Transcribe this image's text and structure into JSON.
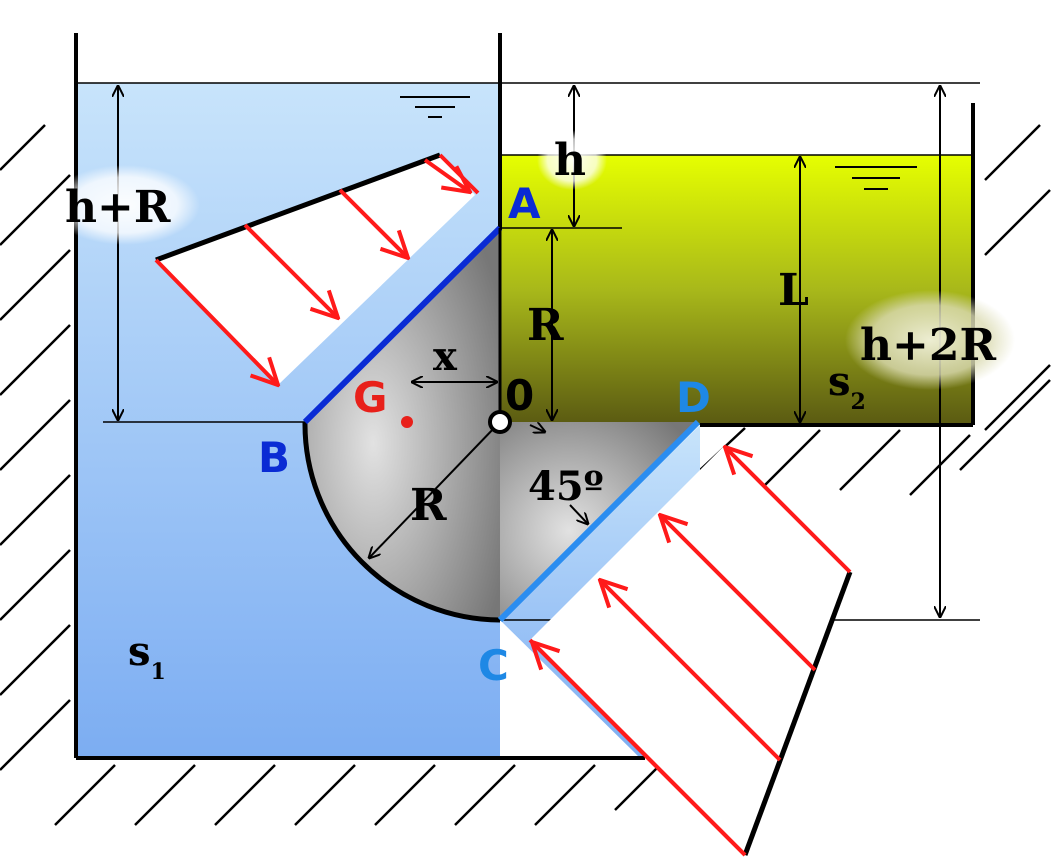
{
  "points": {
    "A": "A",
    "B": "B",
    "C": "C",
    "D": "D",
    "G": "G",
    "O": "0"
  },
  "dimensions": {
    "h_plus_r": "h+R",
    "h": "h",
    "r_upper": "R",
    "r_lower": "R",
    "l": "L",
    "h_plus_2r": "h+2R",
    "x": "x",
    "angle": "45º"
  },
  "fluids": {
    "s1": {
      "label": "s",
      "subscript": "1"
    },
    "s2": {
      "label": "s",
      "subscript": "2"
    }
  },
  "colors": {
    "water_top": "#c4e2fb",
    "water_bottom": "#7fb0f3",
    "oil_top": "#e6ff00",
    "oil_bottom": "#5c5c10",
    "gate_face_ab": "#0a2bd4",
    "gate_face_cd": "#2b8df0",
    "pressure_arrows": "#ff1a1a",
    "label_ab": "#0a2bd4",
    "label_cd": "#1e88e5",
    "label_g": "#e8201a"
  }
}
